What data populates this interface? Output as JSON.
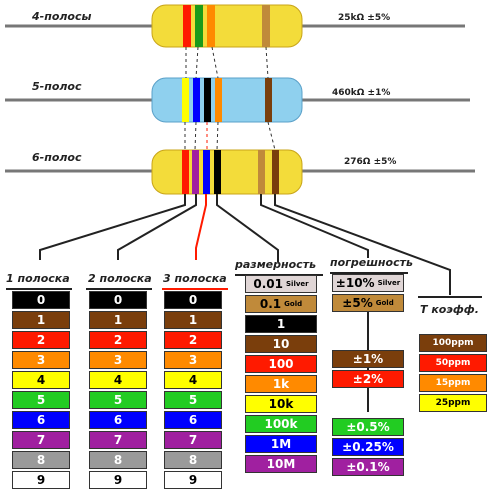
{
  "resistors": [
    {
      "label": "4-полосы",
      "value": "25kΩ  ±5%"
    },
    {
      "label": "5-полос",
      "value": "460kΩ  ±1%"
    },
    {
      "label": "6-полос",
      "value": "276Ω  ±5%"
    }
  ],
  "columns": {
    "band1": {
      "title": "1 полоска"
    },
    "band2": {
      "title": "2 полоска"
    },
    "band3": {
      "title": "3 полоска"
    },
    "multiplier": {
      "title": "размерность"
    },
    "tolerance": {
      "title": "погрешность"
    },
    "tempco": {
      "title": "Т коэфф."
    }
  },
  "digits": [
    "0",
    "1",
    "2",
    "3",
    "4",
    "5",
    "6",
    "7",
    "8",
    "9"
  ],
  "digit_colors": [
    "#000000",
    "#7a3e0c",
    "#ff1a00",
    "#ff8a00",
    "#ffff00",
    "#22cc22",
    "#0000ff",
    "#a020a0",
    "#9a9a9a",
    "#ffffff"
  ],
  "digit_text_colors": [
    "#ffffff",
    "#ffffff",
    "#ffffff",
    "#ffffff",
    "#000000",
    "#ffffff",
    "#ffffff",
    "#ffffff",
    "#ffffff",
    "#000000"
  ],
  "multiplier": [
    {
      "value": "0.01",
      "sub": "Silver",
      "bg": "#e0d6d6",
      "fg": "#000000"
    },
    {
      "value": "0.1",
      "sub": "Gold",
      "bg": "#c08a3a",
      "fg": "#000000"
    },
    {
      "value": "1",
      "bg": "#000000",
      "fg": "#ffffff"
    },
    {
      "value": "10",
      "bg": "#7a3e0c",
      "fg": "#ffffff"
    },
    {
      "value": "100",
      "bg": "#ff1a00",
      "fg": "#ffffff"
    },
    {
      "value": "1k",
      "bg": "#ff8a00",
      "fg": "#ffffff"
    },
    {
      "value": "10k",
      "bg": "#ffff00",
      "fg": "#000000"
    },
    {
      "value": "100k",
      "bg": "#22cc22",
      "fg": "#ffffff"
    },
    {
      "value": "1M",
      "bg": "#0000ff",
      "fg": "#ffffff"
    },
    {
      "value": "10M",
      "bg": "#a020a0",
      "fg": "#ffffff"
    }
  ],
  "tolerance": [
    {
      "value": "±10%",
      "sub": "Silver",
      "bg": "#e0d6d6",
      "fg": "#000000"
    },
    {
      "value": "±5%",
      "sub": "Gold",
      "bg": "#c08a3a",
      "fg": "#000000"
    },
    {
      "value": "±1%",
      "bg": "#7a3e0c",
      "fg": "#ffffff"
    },
    {
      "value": "±2%",
      "bg": "#ff1a00",
      "fg": "#ffffff"
    },
    {
      "value": "±0.5%",
      "bg": "#22cc22",
      "fg": "#ffffff"
    },
    {
      "value": "±0.25%",
      "bg": "#0000ff",
      "fg": "#ffffff"
    },
    {
      "value": "±0.1%",
      "bg": "#a020a0",
      "fg": "#ffffff"
    }
  ],
  "tempco": [
    {
      "value": "100ppm",
      "bg": "#7a3e0c",
      "fg": "#ffffff"
    },
    {
      "value": "50ppm",
      "bg": "#ff1a00",
      "fg": "#ffffff"
    },
    {
      "value": "15ppm",
      "bg": "#ff8a00",
      "fg": "#ffffff"
    },
    {
      "value": "25ppm",
      "bg": "#ffff00",
      "fg": "#000000"
    }
  ]
}
